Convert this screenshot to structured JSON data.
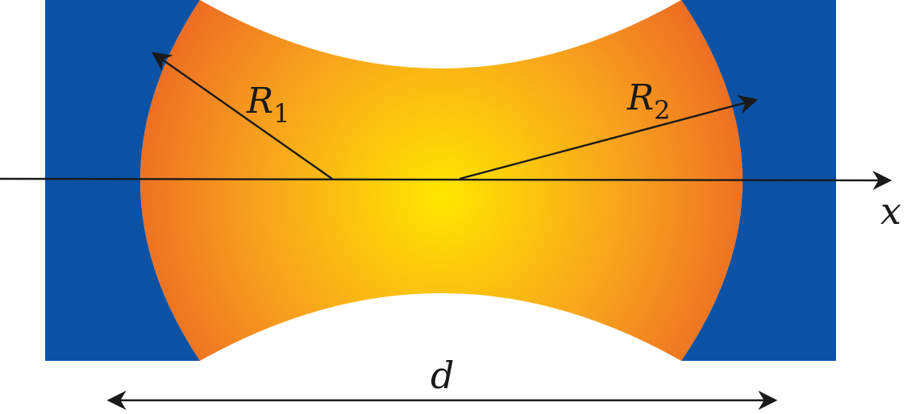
{
  "diagram": {
    "labels": {
      "r1_main": "R",
      "r1_sub": "1",
      "r2_main": "R",
      "r2_sub": "2",
      "axis_x": "x",
      "distance": "d"
    },
    "colors": {
      "mirror_blue": "#0B52A5",
      "mode_center": "#FFE600",
      "mode_mid": "#F7A11E",
      "mode_edge": "#E95A25",
      "line_black": "#1a1a1a"
    }
  }
}
